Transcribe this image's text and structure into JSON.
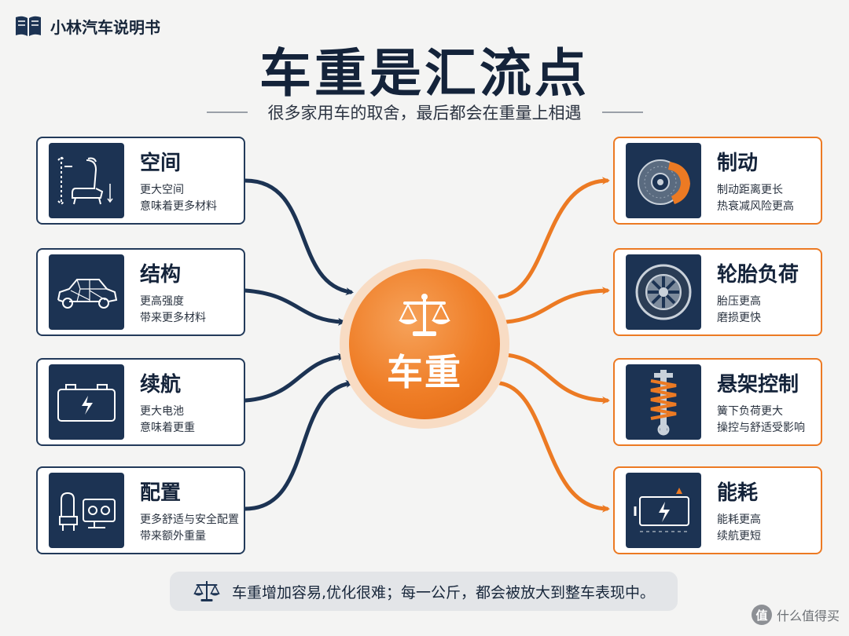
{
  "brand": {
    "name": "小林汽车说明书",
    "icon": "book-icon"
  },
  "title": "车重是汇流点",
  "subtitle": "很多家用车的取舍，最后都会在重量上相遇",
  "hub": {
    "label": "车重",
    "icon": "balance-scale-icon"
  },
  "causes": [
    {
      "title": "空间",
      "lines": [
        "更大空间",
        "意味着更多材料"
      ],
      "icon": "car-seat-icon"
    },
    {
      "title": "结构",
      "lines": [
        "更高强度",
        "带来更多材料"
      ],
      "icon": "car-body-icon"
    },
    {
      "title": "续航",
      "lines": [
        "更大电池",
        "意味着更重"
      ],
      "icon": "battery-icon"
    },
    {
      "title": "配置",
      "lines": [
        "更多舒适与安全配置",
        "带来额外重量"
      ],
      "icon": "features-icon"
    }
  ],
  "effects": [
    {
      "title": "制动",
      "lines": [
        "制动距离更长",
        "热衰减风险更高"
      ],
      "icon": "brake-disc-icon"
    },
    {
      "title": "轮胎负荷",
      "lines": [
        "胎压更高",
        "磨损更快"
      ],
      "icon": "tire-icon"
    },
    {
      "title": "悬架控制",
      "lines": [
        "簧下负荷更大",
        "操控与舒适受影响"
      ],
      "icon": "suspension-icon"
    },
    {
      "title": "能耗",
      "lines": [
        "能耗更高",
        "续航更短"
      ],
      "icon": "energy-icon"
    }
  ],
  "footer": {
    "text": "车重增加容易,优化很难；每一公斤，都会被放大到整车表现中。",
    "icon": "balance-scale-icon"
  },
  "watermark": {
    "badge": "值",
    "text": "什么值得买"
  },
  "colors": {
    "navy": "#1c3353",
    "orange": "#ec7a23"
  }
}
